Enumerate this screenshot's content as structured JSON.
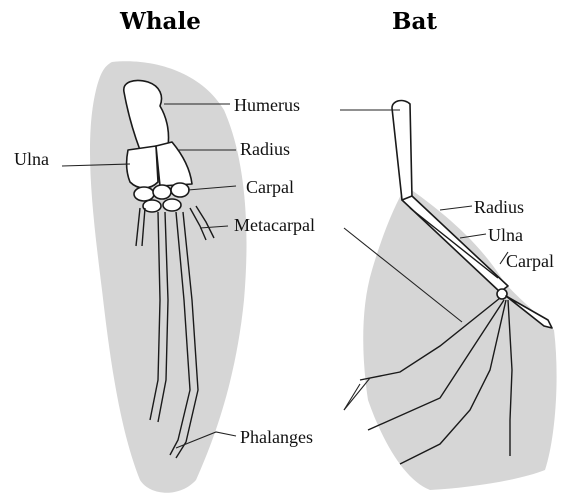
{
  "titles": {
    "whale": "Whale",
    "bat": "Bat"
  },
  "whale_labels": {
    "humerus": "Humerus",
    "ulna": "Ulna",
    "radius": "Radius",
    "carpal": "Carpal",
    "metacarpal": "Metacarpal",
    "phalanges": "Phalanges"
  },
  "bat_labels": {
    "radius": "Radius",
    "ulna": "Ulna",
    "carpal": "Carpal"
  },
  "colors": {
    "background": "#ffffff",
    "membrane": "#d6d6d6",
    "bone_fill": "#ffffff",
    "bone_stroke": "#1a1a1a"
  }
}
